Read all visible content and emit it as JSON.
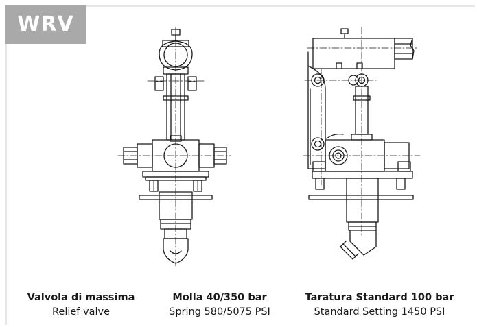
{
  "badge": {
    "label": "WRV"
  },
  "captions": [
    {
      "title": "Valvola di massima",
      "subtitle": "Relief valve"
    },
    {
      "title": "Molla 40/350 bar",
      "subtitle": "Spring 580/5075 PSI"
    },
    {
      "title": "Taratura Standard 100 bar",
      "subtitle": "Standard Setting 1450 PSI"
    }
  ],
  "colors": {
    "badge_bg": "#a9a9a9",
    "line": "#1a1a1a",
    "frame": "#e6e6e6"
  }
}
